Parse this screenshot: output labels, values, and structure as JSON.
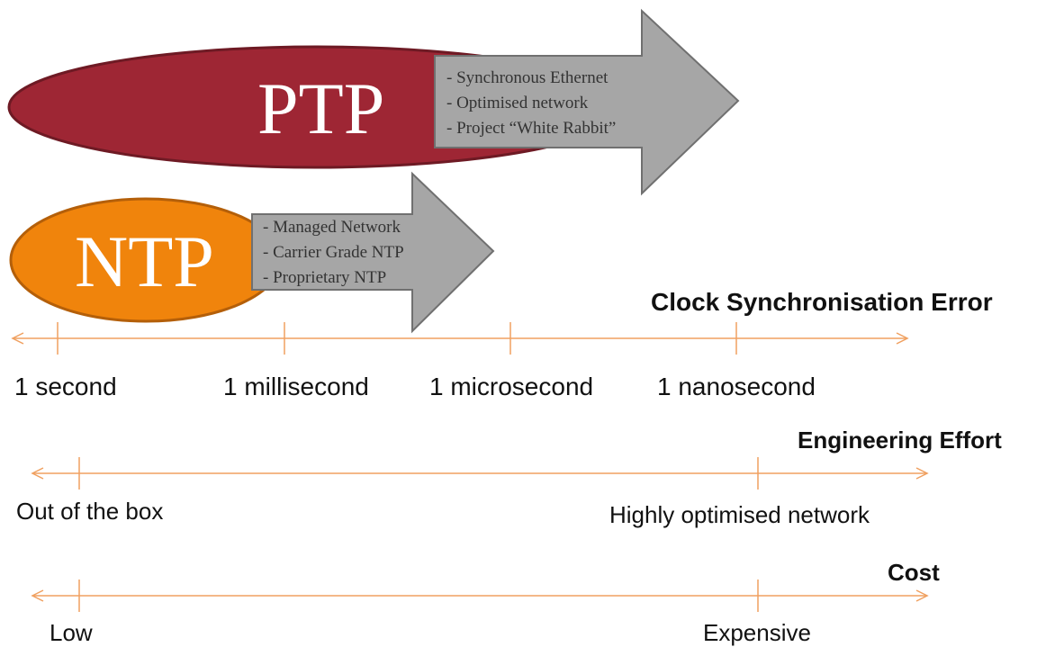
{
  "colors": {
    "ptp_fill": "#9e2634",
    "ntp_fill": "#f0840c",
    "arrow_fill": "#a6a6a6",
    "arrow_stroke": "#707070",
    "scale_line": "#f0a060"
  },
  "ptp": {
    "label": "PTP",
    "items": [
      "- Synchronous Ethernet",
      "- Optimised network",
      "- Project “White Rabbit”"
    ]
  },
  "ntp": {
    "label": "NTP",
    "items": [
      "- Managed Network",
      "- Carrier Grade NTP",
      "- Proprietary NTP"
    ]
  },
  "scales": {
    "clock": {
      "title": "Clock Synchronisation Error",
      "ticks": [
        "1 second",
        "1 millisecond",
        "1 microsecond",
        "1 nanosecond"
      ]
    },
    "effort": {
      "title": "Engineering Effort",
      "ticks": [
        "Out of the box",
        "Highly optimised network"
      ]
    },
    "cost": {
      "title": "Cost",
      "ticks": [
        "Low",
        "Expensive"
      ]
    }
  }
}
